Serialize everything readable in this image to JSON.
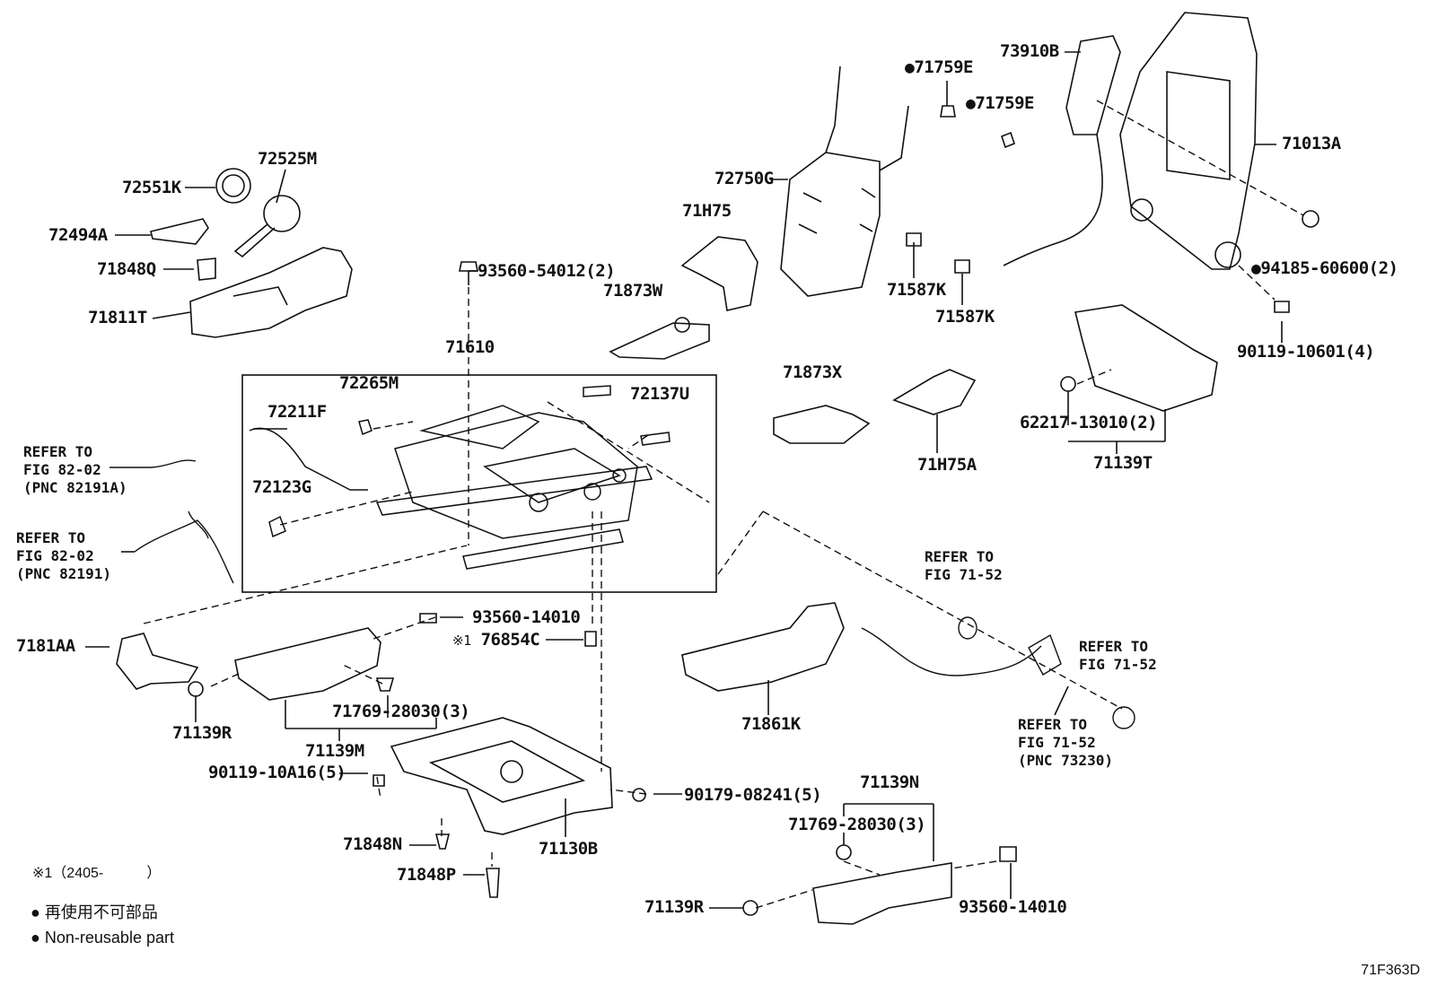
{
  "labels": {
    "p72525M": "72525M",
    "p72551K": "72551K",
    "p72494A": "72494A",
    "p71848Q": "71848Q",
    "p71811T": "71811T",
    "p93560_54012": "93560-54012(2)",
    "p71610": "71610",
    "p72265M": "72265M",
    "p72211F": "72211F",
    "p72137U": "72137U",
    "p72123G": "72123G",
    "p71H75": "71H75",
    "p71873W": "71873W",
    "p72750G": "72750G",
    "p71759E_a": "71759E",
    "p71759E_b": "71759E",
    "p73910B": "73910B",
    "p71013A": "71013A",
    "p71587K_a": "71587K",
    "p71587K_b": "71587K",
    "p94185": "94185-60600(2)",
    "p90119_10601": "90119-10601(4)",
    "p71873X": "71873X",
    "p71H75A": "71H75A",
    "p62217": "62217-13010(2)",
    "p71139T": "71139T",
    "p7181AA": "7181AA",
    "p93560_14010_a": "93560-14010",
    "p76854C": "76854C",
    "p71769_a": "71769-28030(3)",
    "p71139R_a": "71139R",
    "p71139M": "71139M",
    "p90119_10A16": "90119-10A16(5)",
    "p90179": "90179-08241(5)",
    "p71848N": "71848N",
    "p71130B": "71130B",
    "p71848P": "71848P",
    "p71861K": "71861K",
    "p71139N": "71139N",
    "p71769_b": "71769-28030(3)",
    "p71139R_b": "71139R",
    "p93560_14010_b": "93560-14010"
  },
  "references": {
    "r1": [
      "REFER TO",
      "FIG 82-02",
      "(PNC 82191A)"
    ],
    "r2": [
      "REFER TO",
      "FIG 82-02",
      "(PNC 82191)"
    ],
    "r3": [
      "REFER TO",
      "FIG 71-52"
    ],
    "r4": [
      "REFER TO",
      "FIG 71-52"
    ],
    "r5": [
      "REFER TO",
      "FIG 71-52",
      "(PNC 73230)"
    ]
  },
  "markers": {
    "note_mark": "※1",
    "non_reusable_dot": "●"
  },
  "legend": {
    "note": "※1（2405-　　　）",
    "jp_text": "再使用不可部品",
    "en_text": "Non-reusable part"
  },
  "figure_id": "71F363D"
}
